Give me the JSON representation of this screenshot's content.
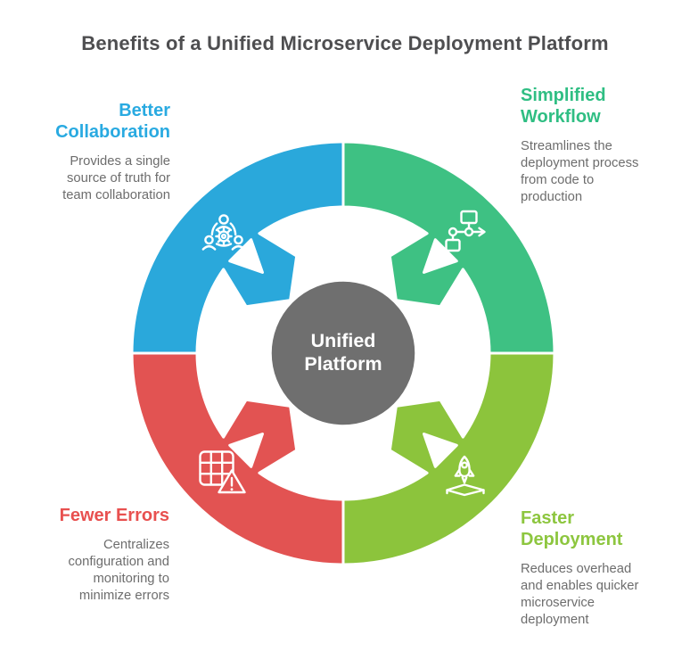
{
  "title": "Benefits of a Unified Microservice Deployment Platform",
  "center": {
    "line1": "Unified",
    "line2": "Platform",
    "fill": "#6F6F6F",
    "text_color": "#FFFFFF"
  },
  "colors": {
    "outline": "#FFFFFF",
    "title_text": "#4E4E50",
    "description_text": "#6D6D6D"
  },
  "benefits": [
    {
      "id": "better-collaboration",
      "position": "top-left",
      "heading": "Better\nCollaboration",
      "description": "Provides a single\nsource of truth for\nteam collaboration",
      "heading_color": "#29AAE1",
      "ring_color": "#2AA8DB",
      "icon": "team-gear-icon"
    },
    {
      "id": "simplified-workflow",
      "position": "top-right",
      "heading": "Simplified\nWorkflow",
      "description": "Streamlines the\ndeployment process\nfrom code to\nproduction",
      "heading_color": "#2FBE83",
      "ring_color": "#3EC183",
      "icon": "workflow-icon"
    },
    {
      "id": "fewer-errors",
      "position": "bottom-left",
      "heading": "Fewer Errors",
      "description": "Centralizes\nconfiguration and\nmonitoring to\nminimize errors",
      "heading_color": "#E8504F",
      "ring_color": "#E25352",
      "icon": "grid-alert-icon"
    },
    {
      "id": "faster-deployment",
      "position": "bottom-right",
      "heading": "Faster\nDeployment",
      "description": "Reduces overhead\nand enables quicker\nmicroservice\ndeployment",
      "heading_color": "#8DC63F",
      "ring_color": "#8CC43C",
      "icon": "rocket-launch-icon"
    }
  ]
}
